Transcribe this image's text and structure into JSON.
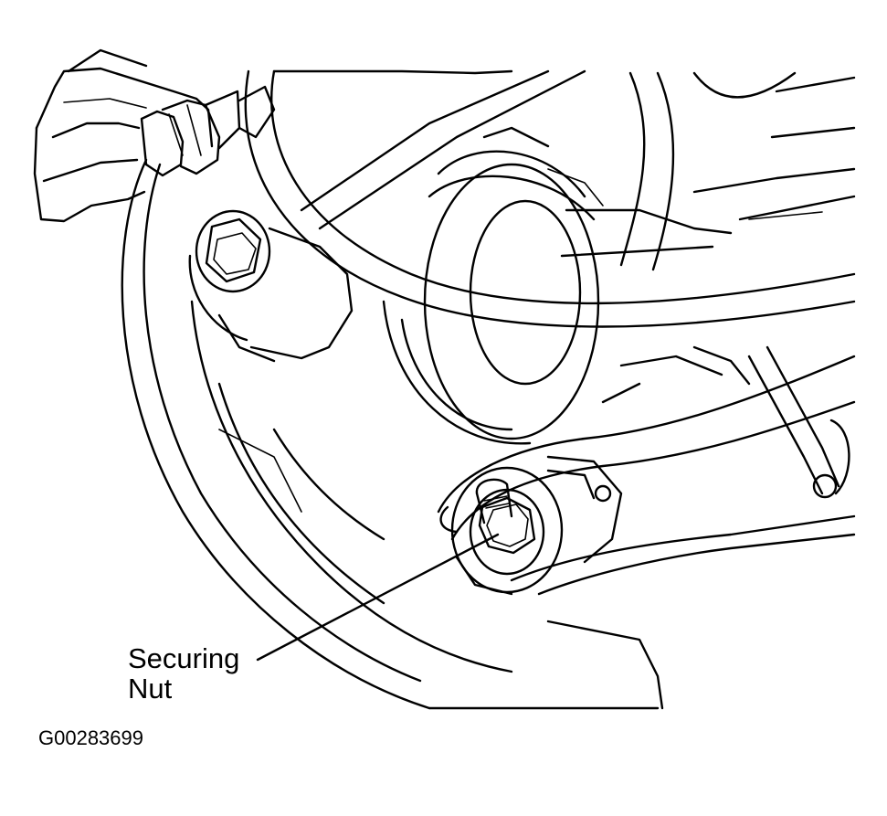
{
  "callout": {
    "line1": "Securing",
    "line2": "Nut"
  },
  "figure_code": "G00283699",
  "colors": {
    "ink": "#000000",
    "paper": "#ffffff"
  }
}
